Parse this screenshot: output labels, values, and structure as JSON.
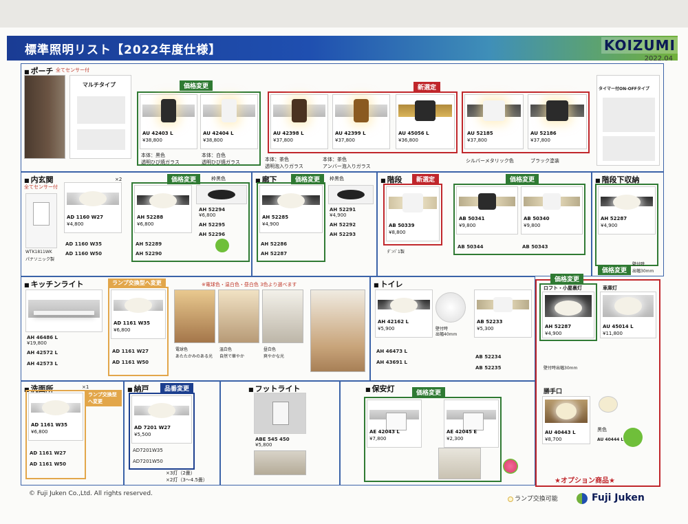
{
  "header": {
    "title": "標準照明リスト【2022年度仕様】",
    "brand": "KOIZUMI",
    "date": "2022.04"
  },
  "porch": {
    "title": "ポーチ",
    "note": "全てセンサー付",
    "multi_title": "マルチタイプ",
    "timer_title": "タイマー付ON-OFFタイプ",
    "tag_price": "価格変更",
    "tag_new": "新選定",
    "items": [
      {
        "model": "AU 42403 L",
        "price": "¥38,800",
        "desc": "本体：黒色",
        "desc2": "透明ひび焼ガラス"
      },
      {
        "model": "AU 42404 L",
        "price": "¥38,800",
        "desc": "本体：白色",
        "desc2": "透明ひび焼ガラス"
      },
      {
        "model": "AU 42398 L",
        "price": "¥37,800",
        "desc": "本体：茶色",
        "desc2": "透明泡入りガラス"
      },
      {
        "model": "AU 42399 L",
        "price": "¥37,800",
        "desc": "本体：茶色",
        "desc2": "アンバー泡入りガラス"
      },
      {
        "model": "AU 45056 L",
        "price": "¥36,800",
        "desc": "",
        "desc2": ""
      },
      {
        "model": "AU 52185",
        "price": "¥37,800",
        "desc": "シルバーメタリック色",
        "desc2": ""
      },
      {
        "model": "AU 52186",
        "price": "¥37,800",
        "desc": "ブラック塗装",
        "desc2": ""
      }
    ]
  },
  "entrance": {
    "title": "内玄関",
    "note": "全てセンサー付",
    "switch_model": "WTK1811WK",
    "switch_maker": "パナソニック製",
    "count": "×2",
    "tag": "価格変更",
    "frame_label": "枠黒色",
    "models_a": [
      "AD 1160 W27",
      "AD 1160 W35",
      "AD 1160 W50"
    ],
    "price_a": "¥4,800",
    "models_b": [
      "AH 52288",
      "AH 52289",
      "AH 52290"
    ],
    "price_b": "¥6,800",
    "models_c": [
      "AH 52294",
      "AH 52295",
      "AH 52296"
    ],
    "price_c": "¥6,800"
  },
  "corridor": {
    "title": "廊下",
    "tag": "価格変更",
    "frame_label": "枠黒色",
    "models_a": [
      "AH 52285",
      "AH 52286",
      "AH 52287"
    ],
    "price_a": "¥4,900",
    "models_b": [
      "AH 52291",
      "AH 52292",
      "AH 52293"
    ],
    "price_b": "¥4,900"
  },
  "stairs": {
    "title": "階段",
    "tag_new": "新選定",
    "tag_price": "価格変更",
    "model_a": "AB 50339",
    "price_a": "¥8,800",
    "note_a": "ﾀﾞﾝﾊﾟ1製",
    "models_b": [
      "AB 50341",
      "AB 50344"
    ],
    "price_b": "¥9,800",
    "models_c": [
      "AB 50340",
      "AB 50343"
    ],
    "price_c": "¥9,800"
  },
  "understairs": {
    "title": "階段下収納",
    "model": "AH 52287",
    "price": "¥4,900",
    "tag": "価格変更",
    "note": "壁付時",
    "note2": "出幅30mm"
  },
  "kitchen": {
    "title": "キッチンライト",
    "tag": "ランプ交換型へ変更",
    "color_note": "※電球色・温白色・昼白色 3色より選べます",
    "models_a": [
      "AH 46486 L",
      "AH 42572 L",
      "AH 42573 L"
    ],
    "price_a": "¥19,800",
    "models_b": [
      "AD 1161 W35",
      "AD 1161 W27",
      "AD 1161 W50"
    ],
    "price_b": "¥6,800",
    "photos": [
      {
        "label": "電球色",
        "sub": "あたたかみのある光"
      },
      {
        "label": "温白色",
        "sub": "自然で華やか"
      },
      {
        "label": "昼白色",
        "sub": "爽やかな光"
      }
    ]
  },
  "toilet": {
    "title": "トイレ",
    "models_a": [
      "AH 42162 L",
      "AH 46473 L",
      "AH 43691 L"
    ],
    "price_a": "¥5,900",
    "note_a": "壁付時",
    "note_a2": "出幅40mm",
    "models_b": [
      "AB 52233",
      "AB 52234",
      "AB 52235"
    ],
    "price_b": "¥5,300"
  },
  "loft": {
    "tag": "価格変更",
    "title": "ロフト・小屋裏灯",
    "title2": "車庫灯",
    "model_a": "AH 52287",
    "price_a": "¥4,900",
    "note_a": "壁付時出幅30mm",
    "model_b": "AU 45014 L",
    "price_b": "¥11,800",
    "back_title": "勝手口",
    "model_c": "AU 40443 L",
    "price_c": "¥8,700",
    "model_d": "AU 40444 L",
    "desc_d": "黒色",
    "option": "★オプション商品★"
  },
  "washroom": {
    "title": "洗面所",
    "count": "×1",
    "tag": "ランプ交換型へ変更",
    "models": [
      "AD 1161 W35",
      "AD 1161 W27",
      "AD 1161 W50"
    ],
    "price": "¥6,800"
  },
  "closet": {
    "title": "納戸",
    "tag": "品番変更",
    "model": "AD 7201 W27",
    "price": "¥5,500",
    "alt1": "AD7201W35",
    "alt2": "AD7201W50",
    "note1": "×3灯（2畳）",
    "note2": "×2灯（3～4.5畳）"
  },
  "footlight": {
    "title": "フットライト",
    "model": "ABE 545 450",
    "price": "¥5,800"
  },
  "security": {
    "title": "保安灯",
    "tag": "価格変更",
    "model_a": "AE 42043 L",
    "price_a": "¥7,800",
    "model_b": "AE 42045 E",
    "price_b": "¥2,300"
  },
  "footer": {
    "copyright": "© Fuji Juken Co.,Ltd. All rights reserved.",
    "legend": "ランプ交換可能",
    "company": "Fuji Juken"
  },
  "colors": {
    "banner_blue": "#1a3c94",
    "accent_green": "#2f7a33",
    "accent_red": "#c0262b",
    "accent_orange": "#e2a64a"
  }
}
